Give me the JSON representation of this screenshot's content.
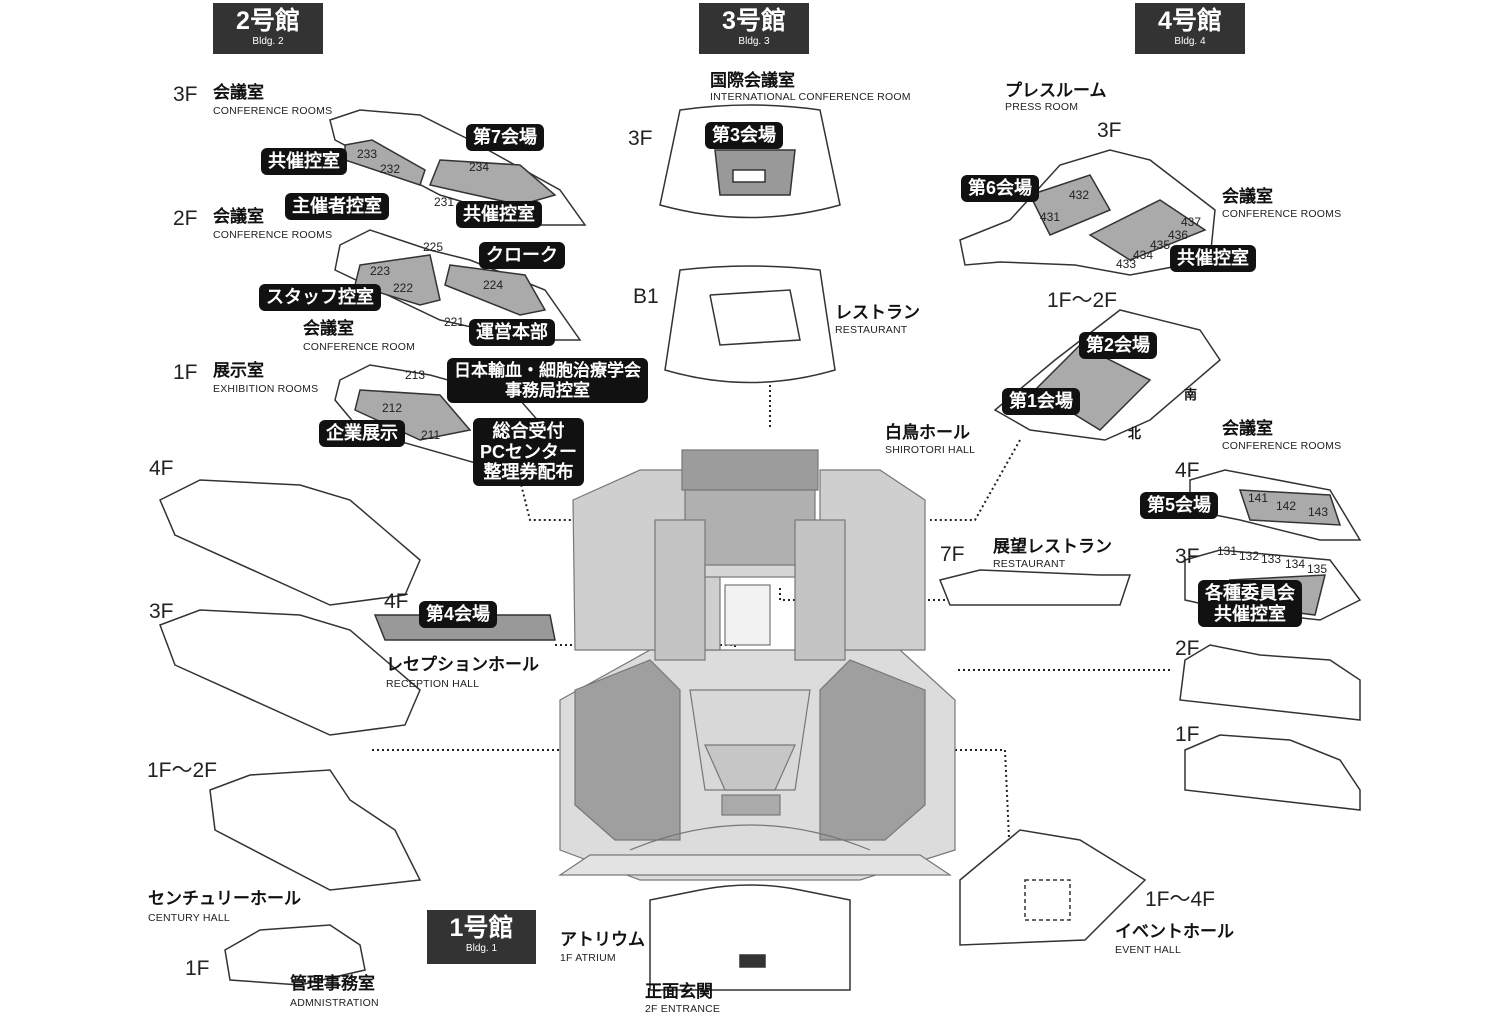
{
  "buildings": [
    {
      "id": "b2",
      "title": "2号館",
      "subtitle": "Bldg. 2"
    },
    {
      "id": "b3",
      "title": "3号館",
      "subtitle": "Bldg. 3"
    },
    {
      "id": "b4",
      "title": "4号館",
      "subtitle": "Bldg. 4"
    },
    {
      "id": "b1",
      "title": "1号館",
      "subtitle": "Bldg. 1"
    }
  ],
  "floors": {
    "b2_3f": "3F",
    "b2_2f": "2F",
    "b2_1f": "1F",
    "b3_3f": "3F",
    "b3_b1": "B1",
    "b4_3f": "3F",
    "b4_1f2f": "1F～2F",
    "b4_4f": "4F",
    "b4_3f_b": "3F",
    "b4_2f": "2F",
    "b4_1f": "1F",
    "b1_4f": "4F",
    "b1_3f": "3F",
    "b1_4f_b": "4F",
    "b1_1f2f": "1F～2F",
    "b1_1f": "1F",
    "center_7f": "7F",
    "event_1f4f": "1F～4F"
  },
  "areas": {
    "b2_conf3_jp": "会議室",
    "b2_conf3_en": "CONFERENCE ROOMS",
    "b2_conf2_jp": "会議室",
    "b2_conf2_en": "CONFERENCE ROOMS",
    "b2_conf1_jp": "会議室",
    "b2_conf1_en": "CONFERENCE ROOM",
    "b2_exh_jp": "展示室",
    "b2_exh_en": "EXHIBITION ROOMS",
    "b3_intl_jp": "国際会議室",
    "b3_intl_en": "INTERNATIONAL CONFERENCE ROOM",
    "b3_rest_jp": "レストラン",
    "b3_rest_en": "RESTAURANT",
    "b4_press_jp": "プレスルーム",
    "b4_press_en": "PRESS ROOM",
    "b4_conf_jp": "会議室",
    "b4_conf_en": "CONFERENCE ROOMS",
    "b4_shiro_jp": "白鳥ホール",
    "b4_shiro_en": "SHIROTORI HALL",
    "b4_conf2_jp": "会議室",
    "b4_conf2_en": "CONFERENCE ROOMS",
    "view_rest_jp": "展望レストラン",
    "view_rest_en": "RESTAURANT",
    "reception_jp": "レセプションホール",
    "reception_en": "RECEPTION HALL",
    "century_jp": "センチュリーホール",
    "century_en": "CENTURY HALL",
    "admin_jp": "管理事務室",
    "admin_en": "ADMNISTRATION",
    "atrium_jp": "アトリウム",
    "atrium_en": "1F ATRIUM",
    "entrance_jp": "正面玄関",
    "entrance_en": "2F ENTRANCE",
    "event_jp": "イベントホール",
    "event_en": "EVENT HALL"
  },
  "rooms": {
    "r233": "233",
    "r232": "232",
    "r234": "234",
    "r231": "231",
    "r225": "225",
    "r223": "223",
    "r222": "222",
    "r224": "224",
    "r221": "221",
    "r213": "213",
    "r212": "212",
    "r211": "211",
    "r432": "432",
    "r431": "431",
    "r437": "437",
    "r436": "436",
    "r435": "435",
    "r434": "434",
    "r433": "433",
    "r141": "141",
    "r142": "142",
    "r143": "143",
    "r131": "131",
    "r132": "132",
    "r133": "133",
    "r134": "134",
    "r135": "135"
  },
  "directions": {
    "south": "南",
    "north": "北"
  },
  "labels": {
    "hall7": "第7会場",
    "kyosai_233": "共催控室",
    "kyosai_231": "共催控室",
    "shusaisha": "主催者控室",
    "cloak": "クローク",
    "staff": "スタッフ控室",
    "unei": "運営本部",
    "jimukyoku_1": "日本輸血・細胞治療学会",
    "jimukyoku_2": "事務局控室",
    "kigyo": "企業展示",
    "uketsuke_1": "総合受付",
    "uketsuke_2": "PCセンター",
    "uketsuke_3": "整理券配布",
    "hall3": "第3会場",
    "hall6": "第6会場",
    "kyosai_b4": "共催控室",
    "hall2": "第2会場",
    "hall1": "第1会場",
    "hall5": "第5会場",
    "iin_1": "各種委員会",
    "iin_2": "共催控室",
    "hall4": "第4会場"
  }
}
